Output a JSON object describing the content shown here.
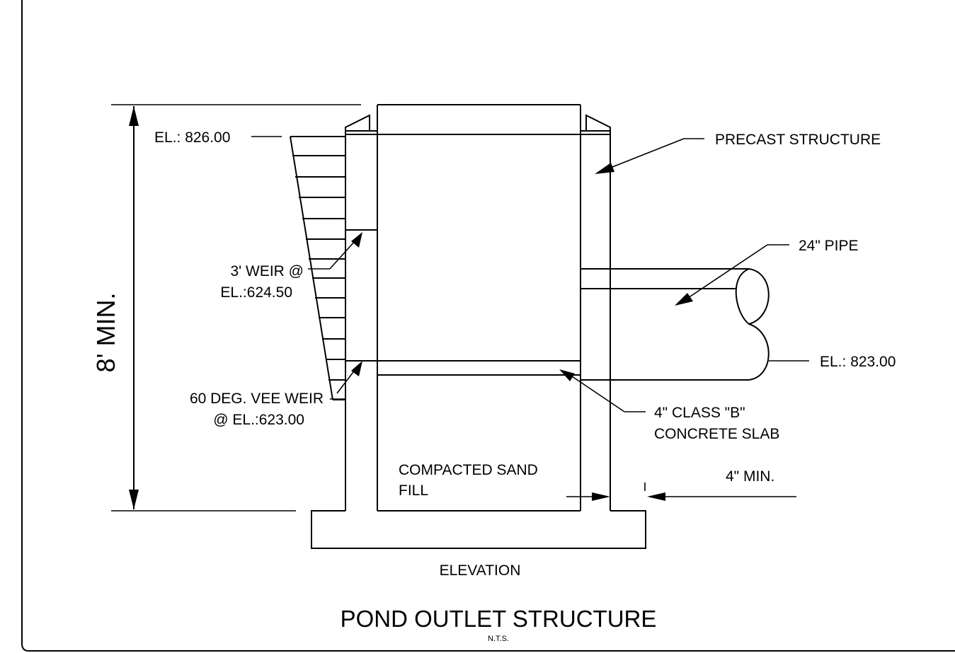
{
  "drawing": {
    "title": "POND OUTLET STRUCTURE",
    "scale_note": "N.T.S.",
    "view_label": "ELEVATION",
    "dimension": "8' MIN.",
    "labels": {
      "el_top": "EL.: 826.00",
      "precast": "PRECAST STRUCTURE",
      "pipe": "24\" PIPE",
      "weir_line1": "3' WEIR @",
      "weir_line2": "EL.:624.50",
      "el_pipe": "EL.: 823.00",
      "vee_line1": "60 DEG. VEE WEIR",
      "vee_line2": "@ EL.:623.00",
      "slab_line1": "4\" CLASS \"B\"",
      "slab_line2": "CONCRETE SLAB",
      "sand_line1": "COMPACTED SAND",
      "sand_line2": "FILL",
      "min4": "4\" MIN."
    }
  }
}
